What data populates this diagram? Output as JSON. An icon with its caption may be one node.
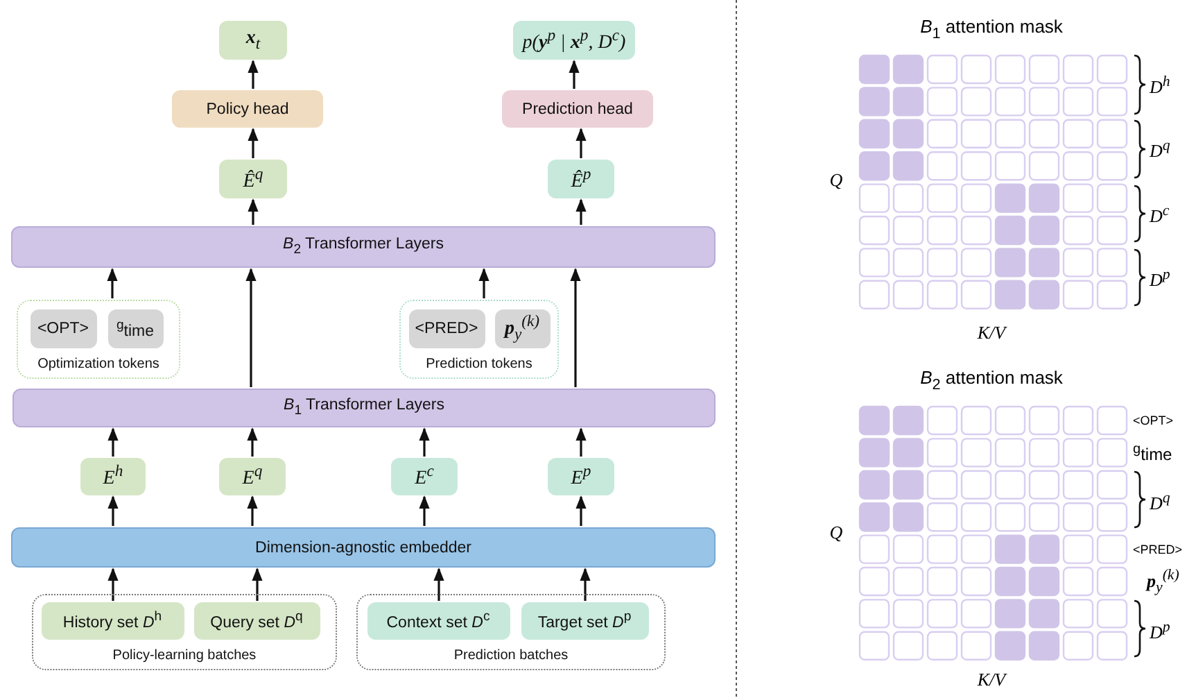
{
  "diagram": {
    "nodes": [
      {
        "text": [
          "**x**$_{t}$"
        ]
      },
      {
        "text": [
          "p(**y**$^{p}$ | **x**$^{p}$, D$^{c}$)"
        ]
      },
      {
        "text": [
          "Policy head"
        ]
      },
      {
        "text": [
          "Prediction head"
        ]
      },
      {
        "text": [
          "Ê$^{q}$"
        ]
      },
      {
        "text": [
          "Ê$^{p}$"
        ]
      },
      {
        "text": [
          "*B*$_{2}$ Transformer Layers"
        ]
      },
      {
        "text": [
          "Optimization tokens"
        ]
      },
      {
        "text": [
          "<OPT>"
        ],
        "in": 7
      },
      {
        "text": [
          "$^{g}$time"
        ],
        "in": 7
      },
      {
        "text": [
          "Prediction tokens"
        ]
      },
      {
        "text": [
          "<PRED>"
        ],
        "in": 10
      },
      {
        "text": [
          "**p**$_{y}$$^{(k)}$"
        ],
        "in": 10
      },
      {
        "text": [
          "*B*$_{1}$ Transformer Layers"
        ]
      },
      {
        "text": [
          "E$^{h}$"
        ]
      },
      {
        "text": [
          "E$^{q}$"
        ]
      },
      {
        "text": [
          "E$^{c}$"
        ]
      },
      {
        "text": [
          "E$^{p}$"
        ]
      },
      {
        "text": [
          "Dimension-agnostic embedder"
        ]
      },
      {
        "text": [
          "Policy-learning batches"
        ]
      },
      {
        "text": [
          "History set *D*$^{h}$"
        ],
        "in": 19
      },
      {
        "text": [
          "Query set *D*$^{q}$"
        ],
        "in": 19
      },
      {
        "text": [
          "Prediction batches"
        ]
      },
      {
        "text": [
          "Context set *D*$^{c}$"
        ],
        "in": 22
      },
      {
        "text": [
          "Target set *D*$^{p}$"
        ],
        "in": 22
      }
    ],
    "edges": [
      {
        "from": 2,
        "to": 0,
        "arrow": "to"
      },
      {
        "from": 3,
        "to": 1,
        "arrow": "to"
      },
      {
        "from": 4,
        "to": 2,
        "arrow": "to"
      },
      {
        "from": 5,
        "to": 3,
        "arrow": "to"
      },
      {
        "from": 6,
        "to": 4,
        "arrow": "to"
      },
      {
        "from": 6,
        "to": 5,
        "arrow": "to"
      },
      {
        "from": 7,
        "to": 6,
        "arrow": "to"
      },
      {
        "from": 13,
        "to": 6,
        "arrow": "to"
      },
      {
        "from": 10,
        "to": 6,
        "arrow": "to"
      },
      {
        "from": 13,
        "to": 6,
        "arrow": "to"
      },
      {
        "from": 14,
        "to": 13,
        "arrow": "to"
      },
      {
        "from": 15,
        "to": 13,
        "arrow": "to"
      },
      {
        "from": 16,
        "to": 13,
        "arrow": "to"
      },
      {
        "from": 17,
        "to": 13,
        "arrow": "to"
      },
      {
        "from": 18,
        "to": 14,
        "arrow": "to"
      },
      {
        "from": 18,
        "to": 15,
        "arrow": "to"
      },
      {
        "from": 18,
        "to": 16,
        "arrow": "to"
      },
      {
        "from": 18,
        "to": 17,
        "arrow": "to"
      },
      {
        "from": 20,
        "to": 18,
        "arrow": "to"
      },
      {
        "from": 21,
        "to": 18,
        "arrow": "to"
      },
      {
        "from": 23,
        "to": 18,
        "arrow": "to"
      },
      {
        "from": 24,
        "to": 18,
        "arrow": "to"
      }
    ],
    "labels": [
      "*B*$_{1}$ attention mask",
      "D$^{h}$",
      "D$^{q}$",
      "Q",
      "D$^{c}$",
      "D$^{p}$",
      "K/V",
      "*B*$_{2}$ attention mask",
      "<OPT>",
      "$^{g}$time",
      "D$^{q}$",
      "Q",
      "<PRED>",
      "**p**$_{y}$$^{(k)}$",
      "D$^{p}$",
      "K/V"
    ]
  }
}
